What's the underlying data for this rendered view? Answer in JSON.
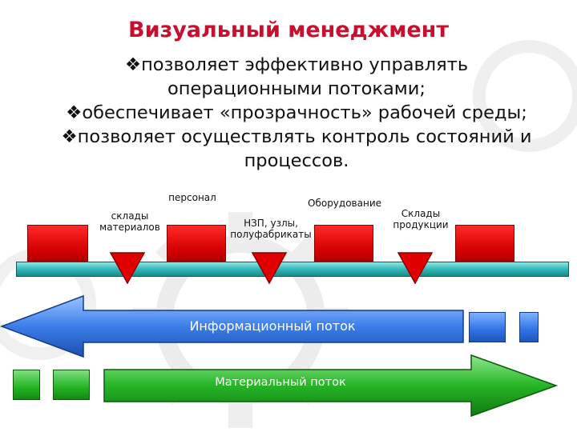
{
  "title": "Визуальный менеджмент",
  "bullets": [
    "позволяет эффективно управлять операционными потоками;",
    "обеспечивает «прозрачность» рабочей среды;",
    "позволяет осуществлять контроль состояний и процессов."
  ],
  "bullet_lines": [
    "❖позволяет эффективно управлять",
    "операционными потоками;",
    "❖обеспечивает «прозрачность» рабочей среды;",
    "❖позволяет осуществлять контроль состояний и",
    "процессов."
  ],
  "labels": {
    "personnel": "персонал",
    "material_stores": "склады\nматериалов",
    "wip": "НЗП, узлы,\nполуфабрикаты",
    "equipment": "Оборудование",
    "product_stores": "Склады\nпродукции"
  },
  "info_flow": "Информационный поток",
  "material_flow": "Материальный поток",
  "colors": {
    "title": "#c8102e",
    "blocks": "#e00000",
    "rail": "#2fb3b3",
    "info_arrow": "#2f72e6",
    "material_arrow": "#22b322"
  }
}
